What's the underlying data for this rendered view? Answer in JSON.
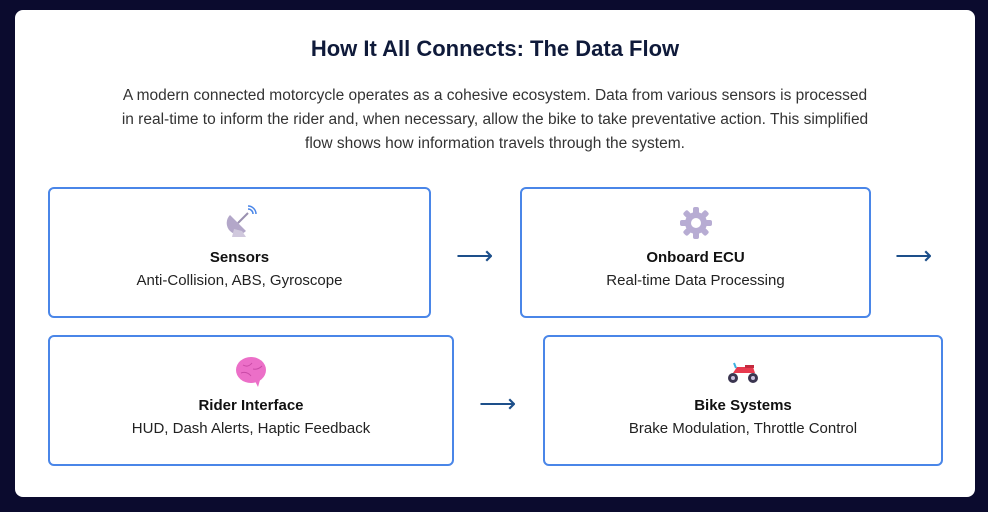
{
  "title": "How It All Connects: The Data Flow",
  "description": "A modern connected motorcycle operates as a cohesive ecosystem. Data from various sensors is processed in real-time to inform the rider and, when necessary, allow the bike to take preventative action. This simplified flow shows how information travels through the system.",
  "nodes": [
    {
      "icon": "satellite-antenna-icon",
      "title": "Sensors",
      "subtitle": "Anti-Collision, ABS, Gyroscope"
    },
    {
      "icon": "gear-icon",
      "title": "Onboard ECU",
      "subtitle": "Real-time Data Processing"
    },
    {
      "icon": "brain-icon",
      "title": "Rider Interface",
      "subtitle": "HUD, Dash Alerts, Haptic Feedback"
    },
    {
      "icon": "motorcycle-icon",
      "title": "Bike Systems",
      "subtitle": "Brake Modulation, Throttle Control"
    }
  ],
  "arrow": "⟶",
  "colors": {
    "border": "#4a86e8",
    "arrow": "#1d4f8a",
    "background": "#0b0b2e"
  }
}
